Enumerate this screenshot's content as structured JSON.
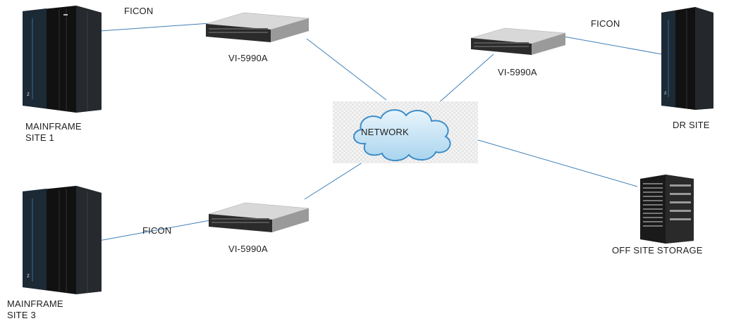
{
  "diagram": {
    "link_color": "#3f7fb8",
    "cloud_label": "NETWORK",
    "link_labels": {
      "site1": "FICON",
      "dr": "FICON",
      "site3": "FICON"
    },
    "appliance_labels": {
      "top_left": "VI-5990A",
      "top_right": "VI-5990A",
      "bottom": "VI-5990A"
    },
    "site_labels": {
      "site1": "MAINFRAME\nSITE 1",
      "dr": "DR SITE",
      "site3": "MAINFRAME\nSITE 3",
      "offsite": "OFF SITE STORAGE"
    },
    "icons": {
      "mainframe": "mainframe-server-icon",
      "appliance": "rack-appliance-icon",
      "cloud": "network-cloud-icon",
      "storage": "storage-array-icon"
    }
  }
}
